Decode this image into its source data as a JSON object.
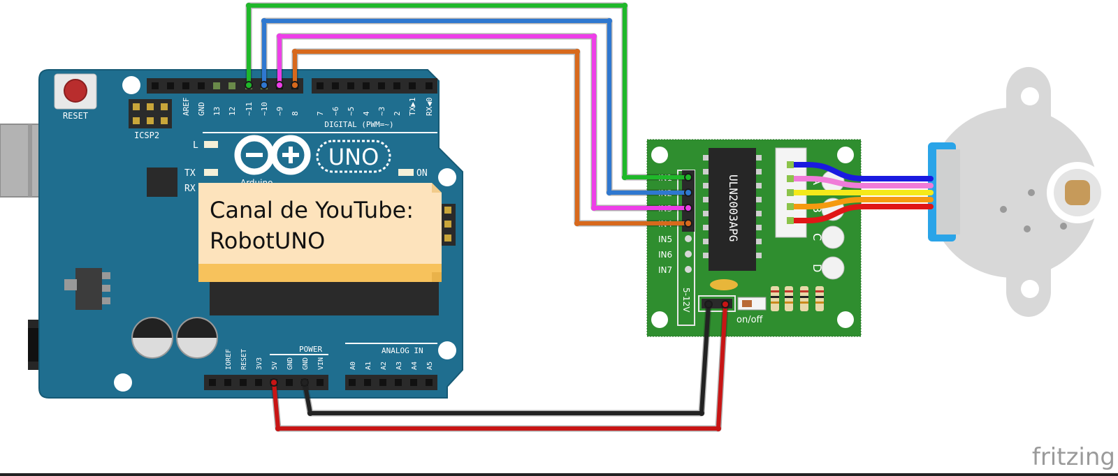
{
  "arduino": {
    "reset_label": "RESET",
    "icsp_label": "ICSP2",
    "led_l_label": "L",
    "tx_label": "TX",
    "rx_label": "RX",
    "on_label": "ON",
    "logo_text": "UNO",
    "brand_text": "Arduino",
    "digital_section_label": "DIGITAL (PWM=~)",
    "power_section_label": "POWER",
    "analog_section_label": "ANALOG IN",
    "digital_pins": [
      "AREF",
      "GND",
      "13",
      "12",
      "~11",
      "~10",
      "~9",
      "8",
      "7",
      "~6",
      "~5",
      "4",
      "~3",
      "2",
      "TX▶1",
      "RX◀0"
    ],
    "power_pins": [
      "IOREF",
      "RESET",
      "3V3",
      "5V",
      "GND",
      "GND",
      "VIN"
    ],
    "analog_pins": [
      "A0",
      "A1",
      "A2",
      "A3",
      "A4",
      "A5"
    ]
  },
  "note": {
    "line1": "Canal de YouTube:",
    "line2": "RobotUNO"
  },
  "driver": {
    "chip_label": "ULN2003APG",
    "inputs": [
      "IN1",
      "IN2",
      "IN3",
      "IN4",
      "IN5",
      "IN6",
      "IN7"
    ],
    "leds": [
      "A",
      "B",
      "C",
      "D"
    ],
    "voltage_label": "5-12V",
    "switch_label": "on/off"
  },
  "wires": [
    {
      "from": "~11",
      "to": "IN1",
      "color": "#1fb82a"
    },
    {
      "from": "~10",
      "to": "IN2",
      "color": "#2f78d0"
    },
    {
      "from": "~9",
      "to": "IN3",
      "color": "#ee3ee8"
    },
    {
      "from": "8",
      "to": "IN4",
      "color": "#d8691c"
    },
    {
      "from": "GND",
      "to": "driver -",
      "color": "#222222"
    },
    {
      "from": "5V",
      "to": "driver +",
      "color": "#c81515"
    }
  ],
  "motor_wires": [
    "#1a1ae0",
    "#f07cd8",
    "#f5e91a",
    "#f59a10",
    "#e01616"
  ],
  "watermark": "fritzing"
}
